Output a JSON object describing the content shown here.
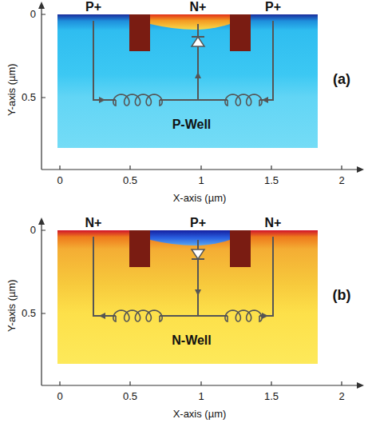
{
  "diagram": {
    "labels": [
      "P+",
      "N+",
      "P+",
      "P-Well",
      "(a)",
      "Y-axis (µm)",
      "0",
      "0.5",
      "X-axis (µm)",
      "0",
      "0.5",
      "1",
      "1.5",
      "2",
      "N+",
      "P+",
      "N+",
      "N-Well",
      "(b)",
      "Y-axis (µm)",
      "0",
      "0.5",
      "X-axis (µm)",
      "0",
      "0.5",
      "1",
      "1.5",
      "2"
    ]
  }
}
